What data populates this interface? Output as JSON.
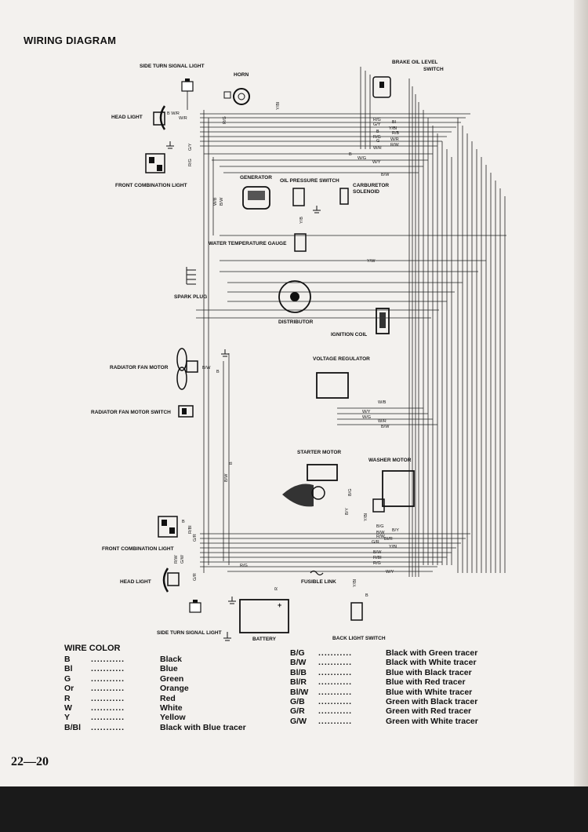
{
  "header": {
    "title": "WIRING DIAGRAM"
  },
  "components": {
    "side_turn_signal_light_top": "SIDE TURN SIGNAL LIGHT",
    "horn": "HORN",
    "brake_oil_level_switch_1": "BRAKE OIL LEVEL",
    "brake_oil_level_switch_2": "SWITCH",
    "head_light_top": "HEAD LIGHT",
    "front_combination_light_top": "FRONT COMBINATION LIGHT",
    "generator": "GENERATOR",
    "oil_pressure_switch": "OIL PRESSURE SWITCH",
    "carburetor_solenoid_1": "CARBURETOR",
    "carburetor_solenoid_2": "SOLENOID",
    "water_temperature_gauge": "WATER TEMPERATURE GAUGE",
    "spark_plug": "SPARK PLUG",
    "distributor": "DISTRIBUTOR",
    "ignition_coil": "IGNITION COIL",
    "radiator_fan_motor": "RADIATOR FAN MOTOR",
    "voltage_regulator": "VOLTAGE REGULATOR",
    "radiator_fan_motor_switch": "RADIATOR FAN MOTOR SWITCH",
    "starter_motor": "STARTER MOTOR",
    "washer_motor": "WASHER MOTOR",
    "front_combination_light_bottom": "FRONT COMBINATION LIGHT",
    "head_light_bottom": "HEAD LIGHT",
    "fusible_link": "FUSIBLE LINK",
    "side_turn_signal_light_bottom": "SIDE TURN SIGNAL LIGHT",
    "battery": "BATTERY",
    "back_light_switch": "BACK LIGHT SWITCH"
  },
  "wire_labels": {
    "r_g_horn": "R/G",
    "y_bl_horn": "Y/BI",
    "b_w_r_top": "B W/R",
    "w_r_head": "W/R",
    "g_y_top": "G/Y",
    "r_g_top": "R/G",
    "r_g_upper": "R/G",
    "g_y_upper": "G/Y",
    "bl_upper": "BI",
    "b_upper": "B",
    "y_bl_upper": "Y/BI",
    "r_g_upper2": "R/G",
    "r_b_upper": "R/B",
    "g_upper": "G",
    "w_r_upper": "W/R",
    "w_r_upper2": "W/R",
    "r_w_upper": "R/W",
    "b_gen": "B",
    "w_g_gen": "W/G",
    "w_y_gen": "W/Y",
    "b_w_gen": "B/W",
    "w_b_gen": "W/B",
    "b_w_gen2": "B/W",
    "y_b_oil": "Y/B",
    "y_w_temp": "Y/W",
    "b_w_fan": "B/W",
    "b_fan": "B",
    "w_b_reg": "W/B",
    "w_y_reg": "W/Y",
    "w_g_reg": "W/G",
    "w_r_reg": "W/R",
    "b_w_reg": "B/W",
    "b_main": "B",
    "b_w_main": "B/W",
    "b_g_starter": "B/G",
    "b_y_starter": "B/Y",
    "y_bl_washer": "Y/BI",
    "b_g_lower": "B/G",
    "b_y_lower": "B/Y",
    "b_w_lower": "B/W",
    "r_w_lower": "R/W",
    "g_r_lower": "G/R",
    "bl_r_lower": "BI/R",
    "y_bl_lower": "Y/BI",
    "b_w_lower2": "B/W",
    "r_bl_lower": "R/BI",
    "r_g_lower": "R/G",
    "w_y_lower": "W/Y",
    "r_g_bottom": "R/G",
    "r_bl_front": "R/BI",
    "g_r_front": "G/R",
    "b_front": "B",
    "r_w_head": "R/W",
    "g_w_head": "G/W",
    "g_r_head": "G/R",
    "r_bottom": "R",
    "y_bl_back": "Y/BI",
    "b_back": "B"
  },
  "legend": {
    "title": "WIRE COLOR",
    "dots": "...........",
    "left": [
      {
        "code": "B",
        "desc": "Black"
      },
      {
        "code": "Bl",
        "desc": "Blue"
      },
      {
        "code": "G",
        "desc": "Green"
      },
      {
        "code": "Or",
        "desc": "Orange"
      },
      {
        "code": "R",
        "desc": "Red"
      },
      {
        "code": "W",
        "desc": "White"
      },
      {
        "code": "Y",
        "desc": "Yellow"
      },
      {
        "code": "B/Bl",
        "desc": "Black with Blue tracer"
      }
    ],
    "right": [
      {
        "code": "B/G",
        "desc": "Black with Green tracer"
      },
      {
        "code": "B/W",
        "desc": "Black with White tracer"
      },
      {
        "code": "Bl/B",
        "desc": "Blue with Black tracer"
      },
      {
        "code": "Bl/R",
        "desc": "Blue with Red tracer"
      },
      {
        "code": "Bl/W",
        "desc": "Blue with White tracer"
      },
      {
        "code": "G/B",
        "desc": "Green with Black tracer"
      },
      {
        "code": "G/R",
        "desc": "Green with Red tracer"
      },
      {
        "code": "G/W",
        "desc": "Green with White tracer"
      }
    ]
  },
  "footer": {
    "page_number": "22—20"
  }
}
